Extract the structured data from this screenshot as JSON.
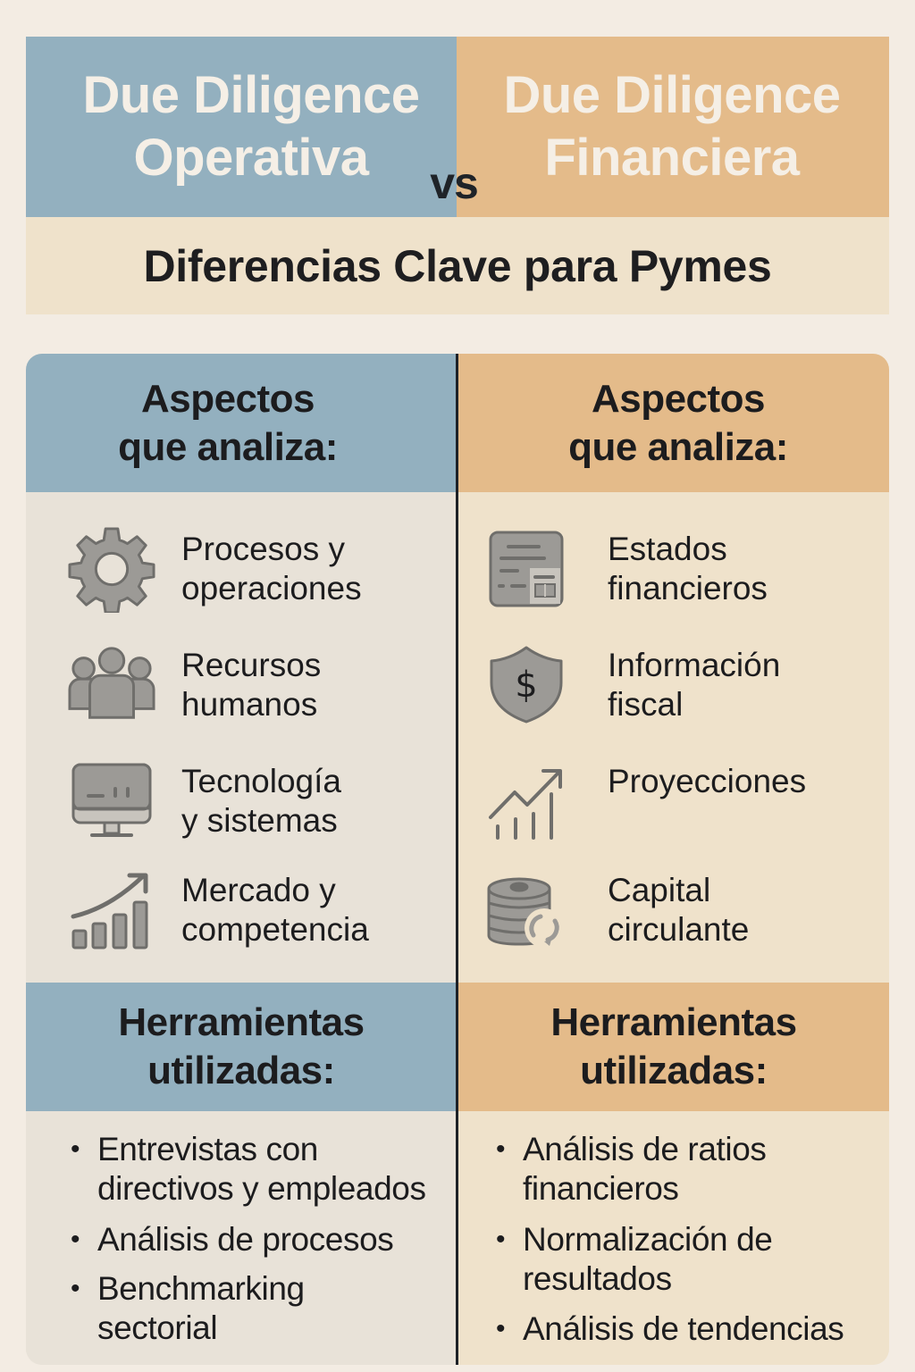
{
  "header": {
    "left_title_line1": "Due Diligence",
    "left_title_line2": "Operativa",
    "vs": "vs",
    "right_title_line1": "Due Diligence",
    "right_title_line2": "Financiera",
    "subtitle": "Diferencias Clave para Pymes"
  },
  "colors": {
    "operativa_accent": "#93b0bf",
    "financiera_accent": "#e4bb8a",
    "operativa_bg": "#e8e2d8",
    "financiera_bg": "#efe2cb",
    "page_bg": "#f3ece3",
    "divider": "#1d2127",
    "icon_gray": "#8f8d89"
  },
  "operativa": {
    "aspects_heading_line1": "Aspectos",
    "aspects_heading_line2": "que analiza:",
    "aspects": [
      {
        "icon": "gear-icon",
        "line1": "Procesos y",
        "line2": "operaciones"
      },
      {
        "icon": "people-icon",
        "line1": "Recursos",
        "line2": "humanos"
      },
      {
        "icon": "monitor-icon",
        "line1": "Tecnología",
        "line2": "y sistemas"
      },
      {
        "icon": "growth-bars-icon",
        "line1": "Mercado y",
        "line2": "competencia"
      }
    ],
    "tools_heading_line1": "Herramientas",
    "tools_heading_line2": "utilizadas:",
    "tools": [
      {
        "line1": "Entrevistas con",
        "line2": "directivos y empleados"
      },
      {
        "line1": "Análisis de procesos",
        "line2": ""
      },
      {
        "line1": "Benchmarking",
        "line2": "sectorial"
      }
    ]
  },
  "financiera": {
    "aspects_heading_line1": "Aspectos",
    "aspects_heading_line2": "que analiza:",
    "aspects": [
      {
        "icon": "financial-statement-icon",
        "line1": "Estados",
        "line2": "financieros"
      },
      {
        "icon": "shield-dollar-icon",
        "line1": "Información",
        "line2": "fiscal"
      },
      {
        "icon": "trend-chart-icon",
        "line1": "Proyecciones",
        "line2": ""
      },
      {
        "icon": "coins-cycle-icon",
        "line1": "Capital",
        "line2": "circulante"
      }
    ],
    "tools_heading_line1": "Herramientas",
    "tools_heading_line2": "utilizadas:",
    "tools": [
      {
        "line1": "Análisis de ratios",
        "line2": "financieros"
      },
      {
        "line1": "Normalización de",
        "line2": "resultados"
      },
      {
        "line1": "Análisis de tendencias",
        "line2": ""
      }
    ],
    "bullet": "•"
  }
}
